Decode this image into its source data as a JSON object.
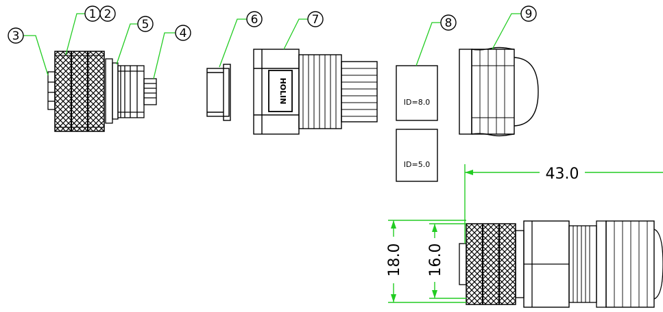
{
  "callouts": {
    "c1": "1",
    "c2": "2",
    "c3": "3",
    "c4": "4",
    "c5": "5",
    "c6": "6",
    "c7": "7",
    "c8": "8",
    "c9": "9"
  },
  "labels": {
    "brand": "HOLIN",
    "insert_large": "ID=8.0",
    "insert_small": "ID=5.0"
  },
  "dimensions": {
    "length": "43.0",
    "outer_diameter": "18.0",
    "inner_diameter": "16.0"
  },
  "colors": {
    "leader": "#22cc22",
    "outline": "#000000"
  }
}
